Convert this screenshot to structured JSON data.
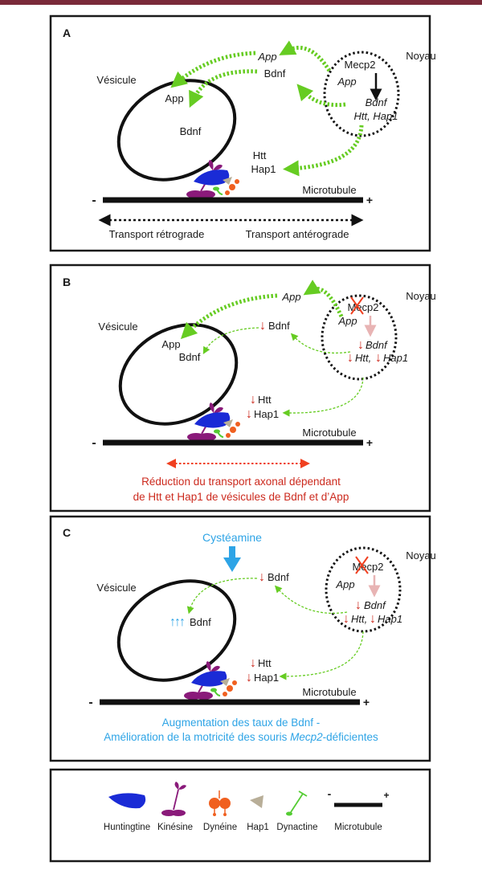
{
  "colors": {
    "green_arrow": "#66cc22",
    "red_text": "#cc2a1e",
    "blue_text": "#2ea4e6",
    "huntingtine": "#1a2bd6",
    "kinesine": "#8a1a7a",
    "dyneine": "#f06020",
    "hap1": "#b8ae98",
    "dynactine": "#55cc33",
    "top_bar": "#7a2a3a"
  },
  "panelA": {
    "letter": "A",
    "noyau": "Noyau",
    "vesicule": "Vésicule",
    "mecp2": "Mecp2",
    "app_nuc": "App",
    "bdnf_nuc": "Bdnf",
    "htt_hap1_nuc": "Htt, Hap1",
    "app_mid": "App",
    "bdnf_mid": "Bdnf",
    "app_ves": "App",
    "bdnf_ves": "Bdnf",
    "htt": "Htt",
    "hap1": "Hap1",
    "microtubule": "Microtubule",
    "minus": "-",
    "plus": "+",
    "transport_retro": "Transport rétrograde",
    "transport_antero": "Transport antérograde"
  },
  "panelB": {
    "letter": "B",
    "noyau": "Noyau",
    "vesicule": "Vésicule",
    "mecp2": "Mecp2",
    "app_nuc": "App",
    "bdnf_nuc": "Bdnf",
    "htt_nuc": "Htt,",
    "hap1_nuc": "Hap1",
    "app_mid": "App",
    "bdnf_mid": "Bdnf",
    "app_ves": "App",
    "bdnf_ves": "Bdnf",
    "htt": "Htt",
    "hap1": "Hap1",
    "microtubule": "Microtubule",
    "minus": "-",
    "plus": "+",
    "caption_line1": "Réduction du transport axonal dépendant",
    "caption_line2": "de Htt et Hap1 de vésicules de Bdnf et d’App"
  },
  "panelC": {
    "letter": "C",
    "cysteamine": "Cystéamine",
    "noyau": "Noyau",
    "vesicule": "Vésicule",
    "mecp2": "Mecp2",
    "app_nuc": "App",
    "bdnf_nuc": "Bdnf",
    "htt_nuc": "Htt,",
    "hap1_nuc": "Hap1",
    "bdnf_mid": "Bdnf",
    "bdnf_ves": "Bdnf",
    "htt": "Htt",
    "hap1": "Hap1",
    "microtubule": "Microtubule",
    "minus": "-",
    "plus": "+",
    "caption_line1": "Augmentation des taux de Bdnf -",
    "caption_line2_pre": "Amélioration de la motricité des souris ",
    "caption_line2_it": "Mecp2",
    "caption_line2_post": "-déficientes"
  },
  "legend": {
    "huntingtine": "Huntingtine",
    "kinesine": "Kinésine",
    "dyneine": "Dynéine",
    "hap1": "Hap1",
    "dynactine": "Dynactine",
    "microtubule": "Microtubule",
    "minus": "-",
    "plus": "+"
  }
}
